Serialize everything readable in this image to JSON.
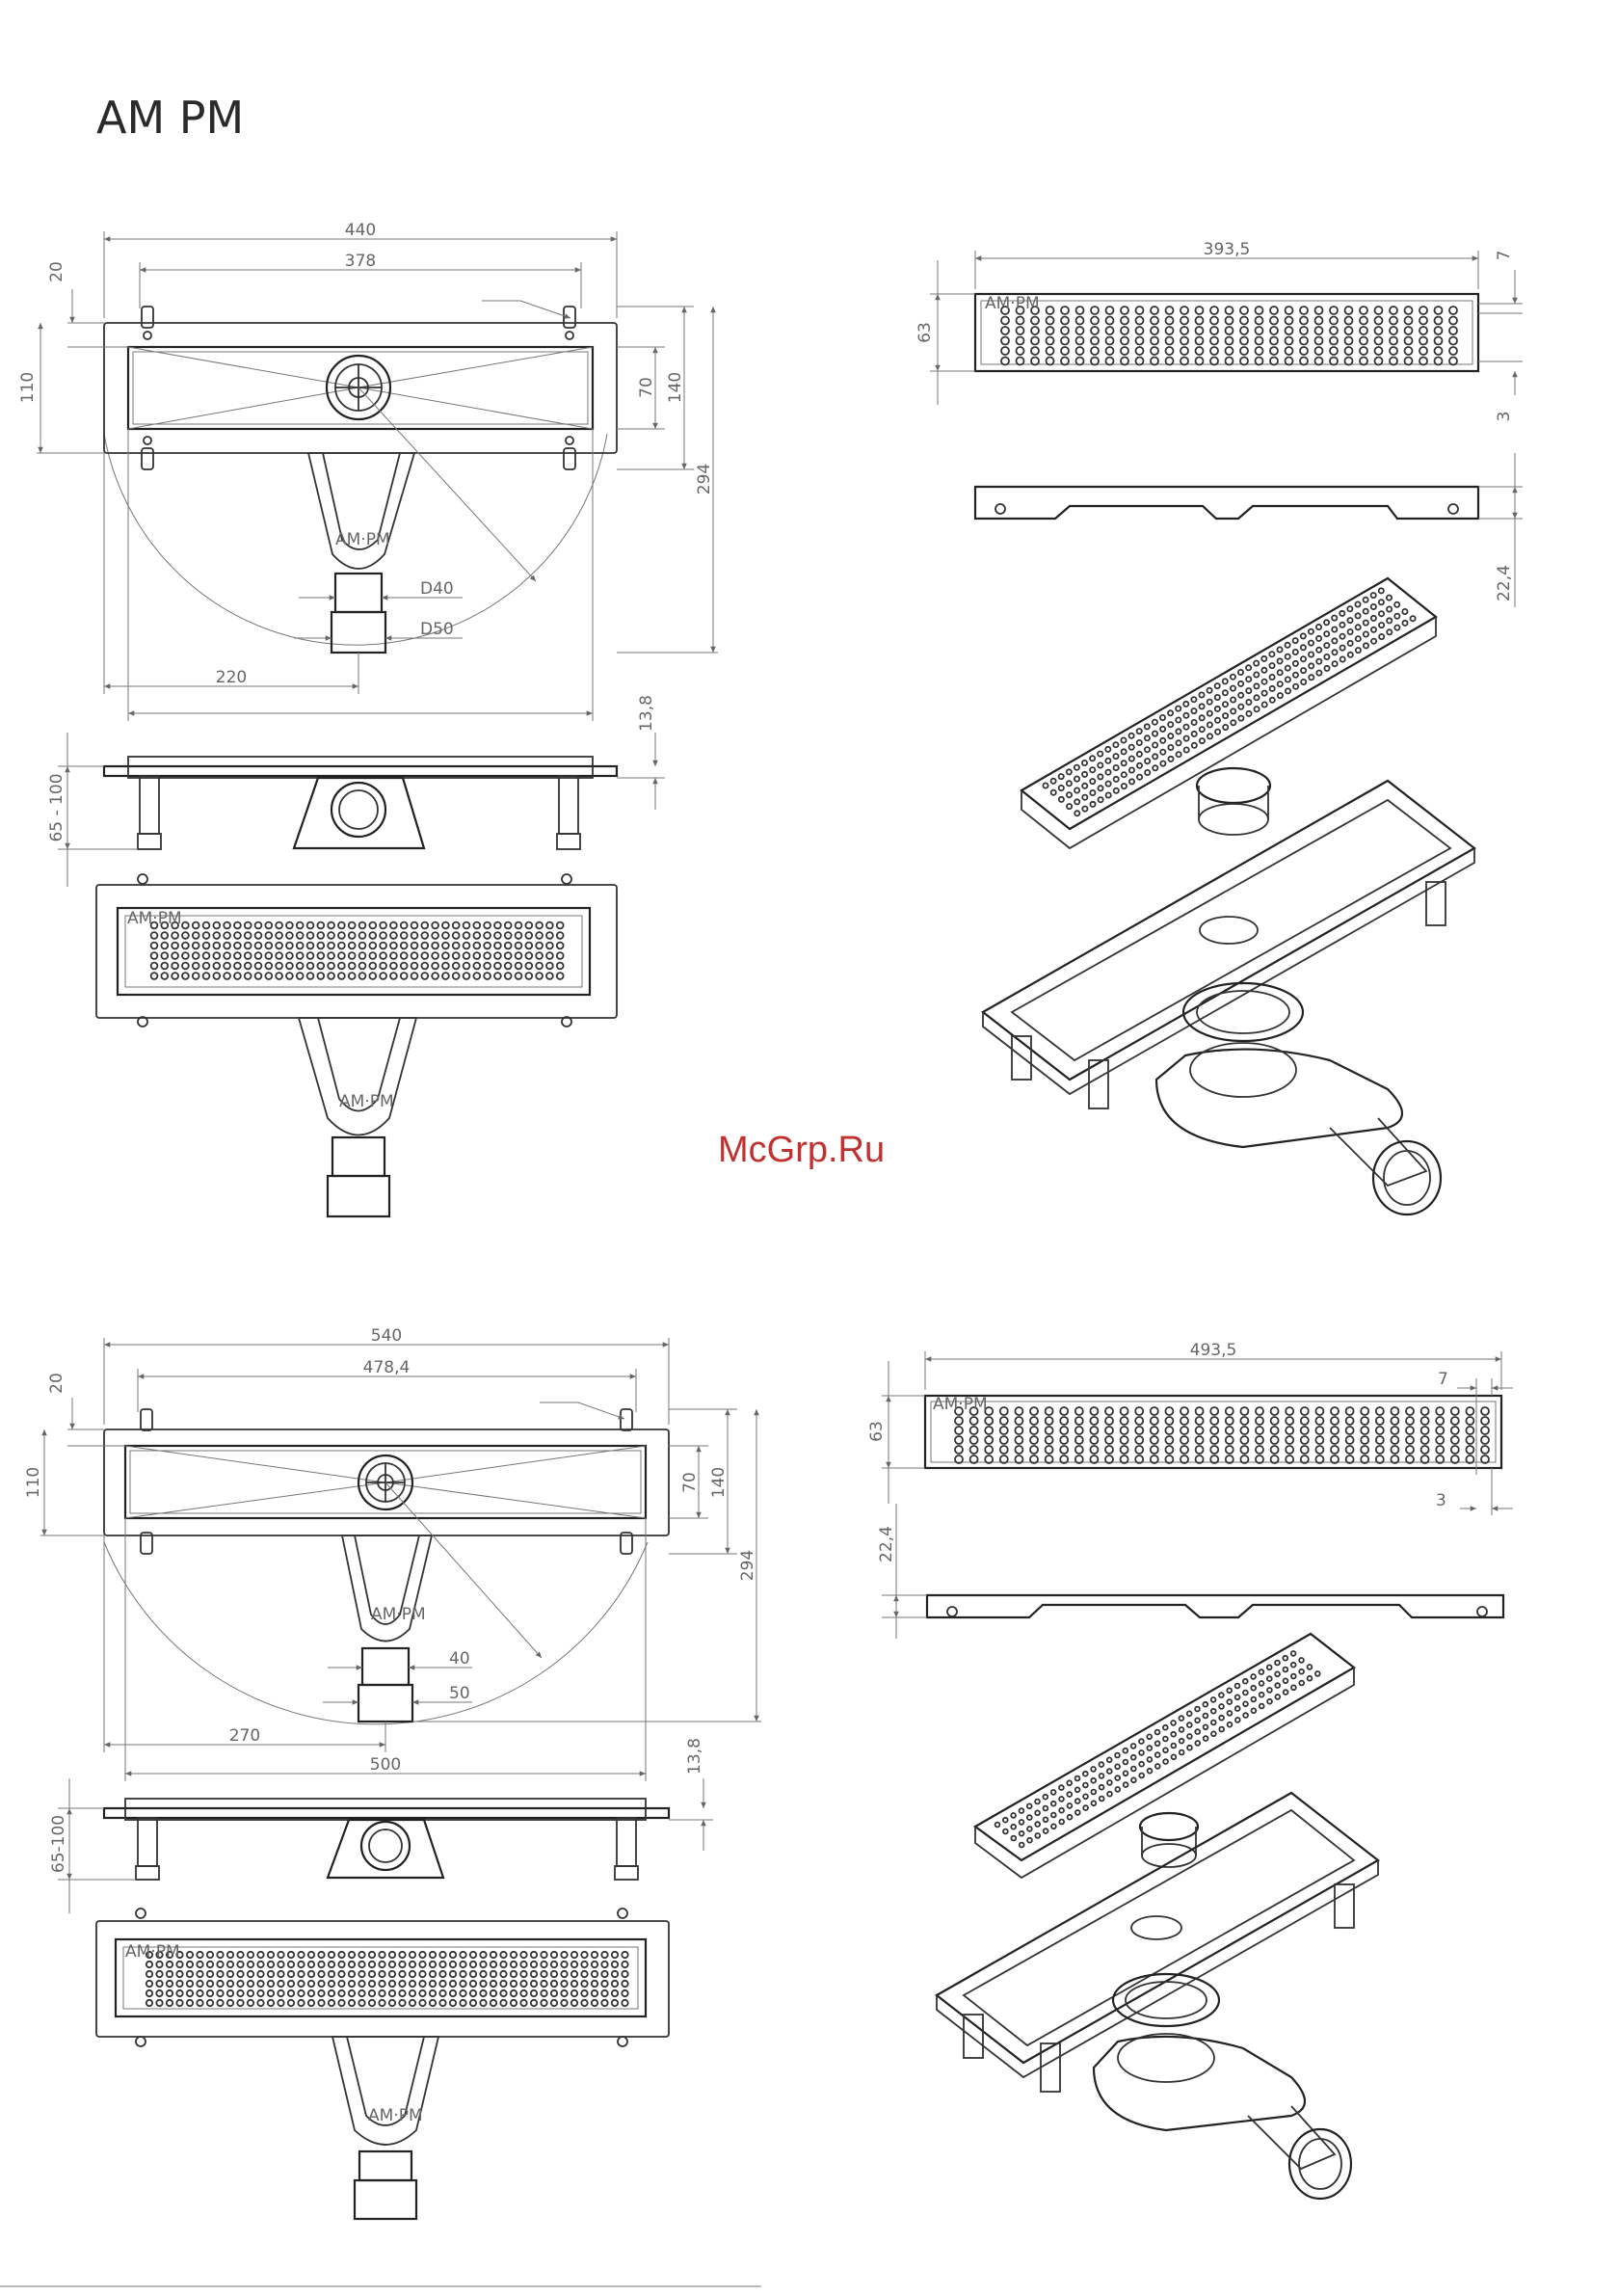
{
  "brand": {
    "logo_text": "AM PM"
  },
  "watermark": {
    "text": "McGrp.Ru"
  },
  "drain_small": {
    "plan": {
      "total_width": "440",
      "inner_width": "378",
      "flange": "20",
      "height": "110",
      "channel_height": "70",
      "overall_height": "140",
      "radius_extent": "294",
      "outlet_inner": "D40",
      "outlet_outer": "D50",
      "outlet_offset": "220",
      "body_label": "AM·PM"
    },
    "side": {
      "flange_thickness": "13,8",
      "height_range": "65 - 100"
    },
    "grate": {
      "length": "393,5",
      "height": "63",
      "edge_top": "7",
      "edge_bottom": "3",
      "profile_depth": "22,4",
      "grate_label": "AM·PM"
    }
  },
  "drain_large": {
    "plan": {
      "total_width": "540",
      "inner_width": "478,4",
      "flange": "20",
      "height": "110",
      "channel_height": "70",
      "overall_height": "140",
      "radius_extent": "294",
      "outlet_inner": "40",
      "outlet_outer": "50",
      "outlet_offset": "270",
      "base_width": "500",
      "body_label": "AM·PM"
    },
    "side": {
      "flange_thickness": "13,8",
      "height_range": "65-100"
    },
    "grate": {
      "length": "493,5",
      "height": "63",
      "edge_top": "7",
      "edge_bottom": "3",
      "profile_depth": "22,4",
      "grate_label": "AM·PM"
    }
  }
}
